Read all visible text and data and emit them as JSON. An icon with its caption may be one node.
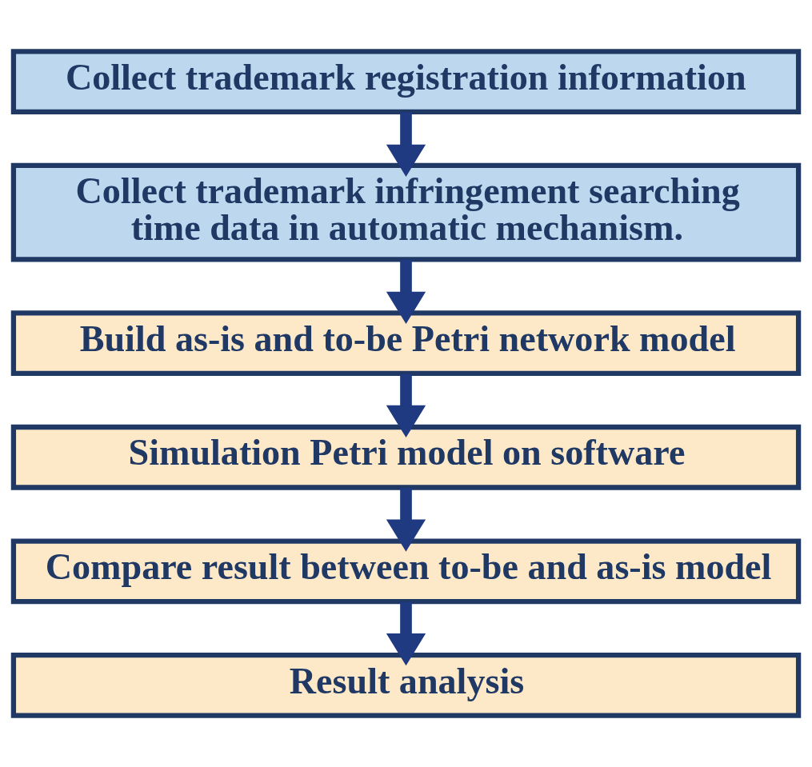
{
  "diagram": {
    "nodes": [
      {
        "text": [
          "Collect trademark registration information"
        ]
      },
      {
        "text": [
          "Collect trademark infringement searching time data in automatic mechanism."
        ]
      },
      {
        "text": [
          "Build as-is and to-be Petri network model"
        ]
      },
      {
        "text": [
          "Simulation Petri model on software"
        ]
      },
      {
        "text": [
          "Compare result between to-be and as-is model"
        ]
      },
      {
        "text": [
          "Result analysis"
        ]
      }
    ],
    "edges": [
      {
        "from": 0,
        "to": 1,
        "arrow": "to"
      },
      {
        "from": 1,
        "to": 2,
        "arrow": "to"
      },
      {
        "from": 2,
        "to": 3,
        "arrow": "to"
      },
      {
        "from": 3,
        "to": 4,
        "arrow": "to"
      },
      {
        "from": 4,
        "to": 5,
        "arrow": "to"
      }
    ]
  }
}
